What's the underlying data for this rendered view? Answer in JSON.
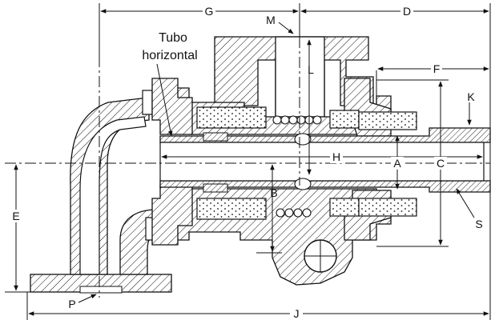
{
  "annotation": {
    "line1": "Tubo",
    "line2": "horizontal"
  },
  "labels": {
    "G": "G",
    "M": "M",
    "D": "D",
    "L": "L",
    "F": "F",
    "K": "K",
    "H": "H",
    "A": "A",
    "C": "C",
    "B": "B",
    "E": "E",
    "S": "S",
    "P": "P",
    "J": "J"
  }
}
